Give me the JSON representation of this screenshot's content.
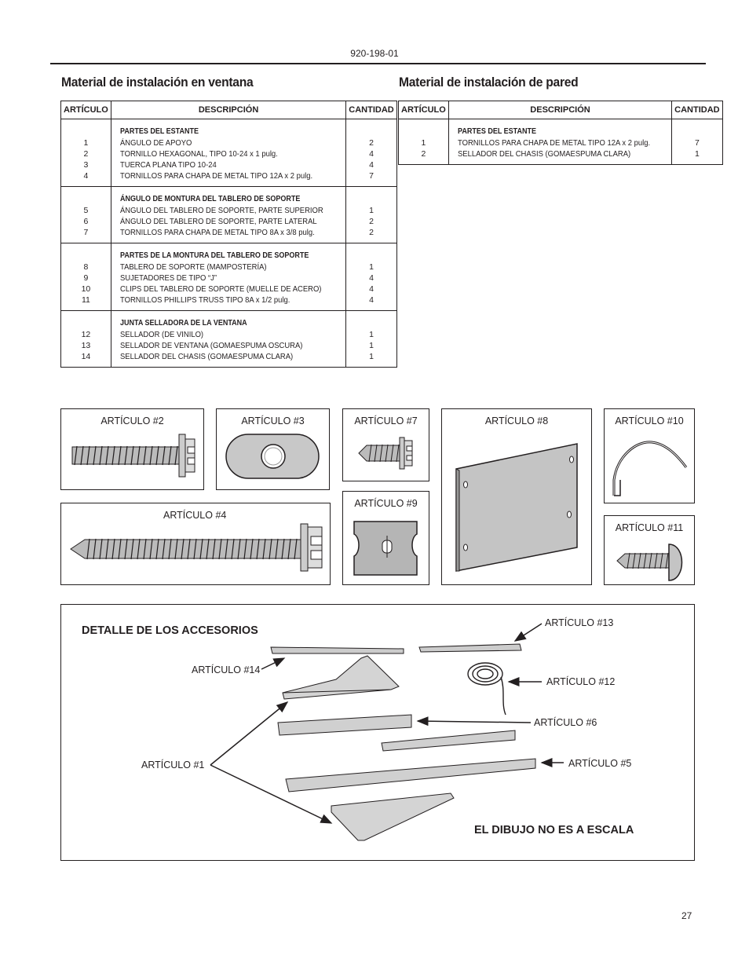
{
  "header": {
    "doc_number": "920-198-01"
  },
  "window_section": {
    "title": "Material de instalación en ventana",
    "columns": [
      "ARTÍCULO",
      "DESCRIPCIÓN",
      "CANTIDAD"
    ],
    "groups": [
      {
        "heading": "PARTES DEL ESTANTE",
        "items": [
          "1",
          "2",
          "3",
          "4"
        ],
        "descriptions": [
          "ÁNGULO DE APOYO",
          "TORNILLO HEXAGONAL, TIPO 10-24 x 1 pulg.",
          "TUERCA PLANA TIPO 10-24",
          "TORNILLOS PARA CHAPA DE METAL TIPO 12A x 2 pulg."
        ],
        "quantities": [
          "2",
          "4",
          "4",
          "7"
        ]
      },
      {
        "heading": "ÁNGULO DE MONTURA DEL TABLERO DE SOPORTE",
        "items": [
          "5",
          "6",
          "7"
        ],
        "descriptions": [
          "ÁNGULO DEL TABLERO DE SOPORTE, PARTE SUPERIOR",
          "ÁNGULO DEL TABLERO DE SOPORTE, PARTE LATERAL",
          "TORNILLOS PARA CHAPA DE METAL TIPO 8A x 3/8 pulg."
        ],
        "quantities": [
          "1",
          "2",
          "2"
        ]
      },
      {
        "heading": "PARTES DE LA MONTURA DEL TABLERO DE SOPORTE",
        "items": [
          "8",
          "9",
          "10",
          "11"
        ],
        "descriptions": [
          "TABLERO DE SOPORTE (MAMPOSTERÍA)",
          "SUJETADORES DE TIPO “J”",
          "CLIPS DEL TABLERO DE SOPORTE (MUELLE DE ACERO)",
          "TORNILLOS PHILLIPS TRUSS TIPO 8A x 1/2 pulg."
        ],
        "quantities": [
          "1",
          "4",
          "4",
          "4"
        ]
      },
      {
        "heading": "JUNTA SELLADORA DE LA VENTANA",
        "items": [
          "12",
          "13",
          "14"
        ],
        "descriptions": [
          "SELLADOR (DE VINILO)",
          "SELLADOR DE VENTANA (GOMAESPUMA OSCURA)",
          "SELLADOR DEL CHASIS (GOMAESPUMA CLARA)"
        ],
        "quantities": [
          "1",
          "1",
          "1"
        ]
      }
    ]
  },
  "wall_section": {
    "title": "Material de instalación de pared",
    "columns": [
      "ARTÍCULO",
      "DESCRIPCIÓN",
      "CANTIDAD"
    ],
    "groups": [
      {
        "heading": "PARTES DEL ESTANTE",
        "items": [
          "1",
          "2"
        ],
        "descriptions": [
          "TORNILLOS PARA CHAPA DE METAL TIPO 12A x 2 pulg.",
          "SELLADOR DEL CHASIS (GOMAESPUMA CLARA)"
        ],
        "quantities": [
          "7",
          "1"
        ]
      }
    ]
  },
  "illustrations": {
    "item2": "ARTÍCULO #2",
    "item3": "ARTÍCULO #3",
    "item7": "ARTÍCULO #7",
    "item8": "ARTÍCULO #8",
    "item10": "ARTÍCULO #10",
    "item4": "ARTÍCULO #4",
    "item9": "ARTÍCULO #9",
    "item11": "ARTÍCULO #11"
  },
  "accessories": {
    "title": "DETALLE DE LOS ACCESORIOS",
    "note": "EL DIBUJO NO ES A ESCALA",
    "labels": {
      "item13": "ARTÍCULO #13",
      "item14": "ARTÍCULO #14",
      "item12": "ARTÍCULO #12",
      "item6": "ARTÍCULO #6",
      "item1": "ARTÍCULO #1",
      "item5": "ARTÍCULO #5"
    }
  },
  "footer": {
    "page_number": "27"
  }
}
